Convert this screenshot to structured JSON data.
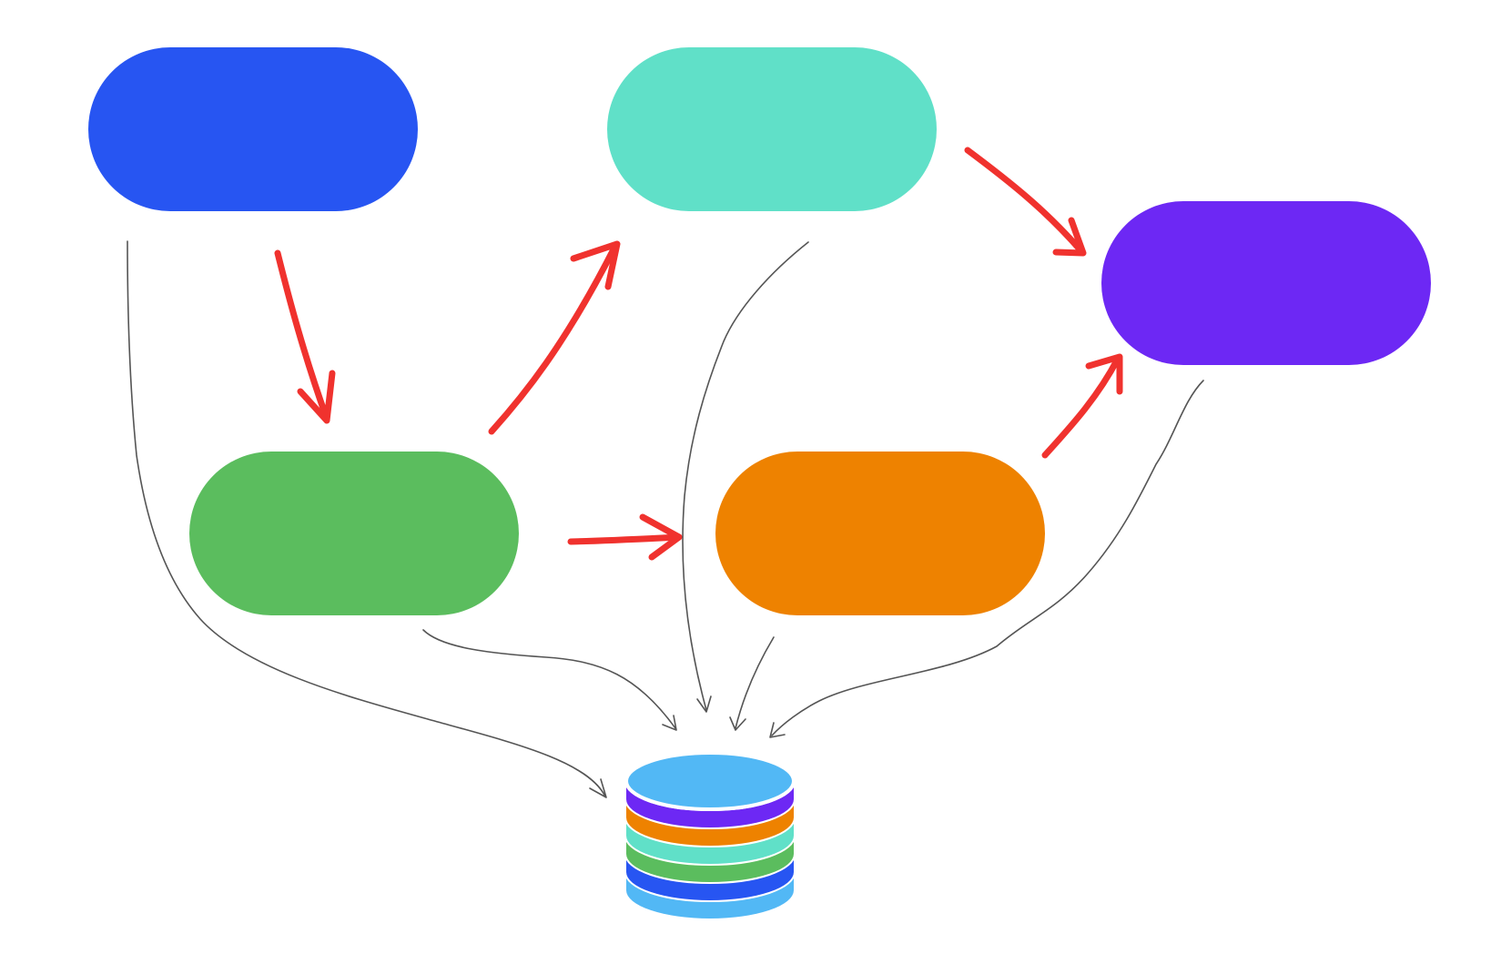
{
  "nodes": [
    {
      "id": "blue",
      "color": "#2755f2"
    },
    {
      "id": "teal",
      "color": "#60e0c8"
    },
    {
      "id": "purple",
      "color": "#6d28f4"
    },
    {
      "id": "green",
      "color": "#5bbd5e"
    },
    {
      "id": "orange",
      "color": "#ee8200"
    }
  ],
  "flow_edges": [
    {
      "from": "blue",
      "to": "green"
    },
    {
      "from": "green",
      "to": "teal"
    },
    {
      "from": "green",
      "to": "orange"
    },
    {
      "from": "teal",
      "to": "purple"
    },
    {
      "from": "orange",
      "to": "purple"
    }
  ],
  "storage_edges": [
    {
      "from": "blue",
      "to": "database"
    },
    {
      "from": "green",
      "to": "database"
    },
    {
      "from": "teal",
      "to": "database"
    },
    {
      "from": "orange",
      "to": "database"
    },
    {
      "from": "purple",
      "to": "database"
    }
  ],
  "database": {
    "icon": "database-icon",
    "layer_colors": [
      "#52b8f5",
      "#6d28f4",
      "#ee8200",
      "#60e0c8",
      "#5bbd5e",
      "#2755f2",
      "#52b8f5"
    ]
  },
  "colors": {
    "flow_arrow": "#f0322e",
    "storage_arrow": "#555555"
  }
}
